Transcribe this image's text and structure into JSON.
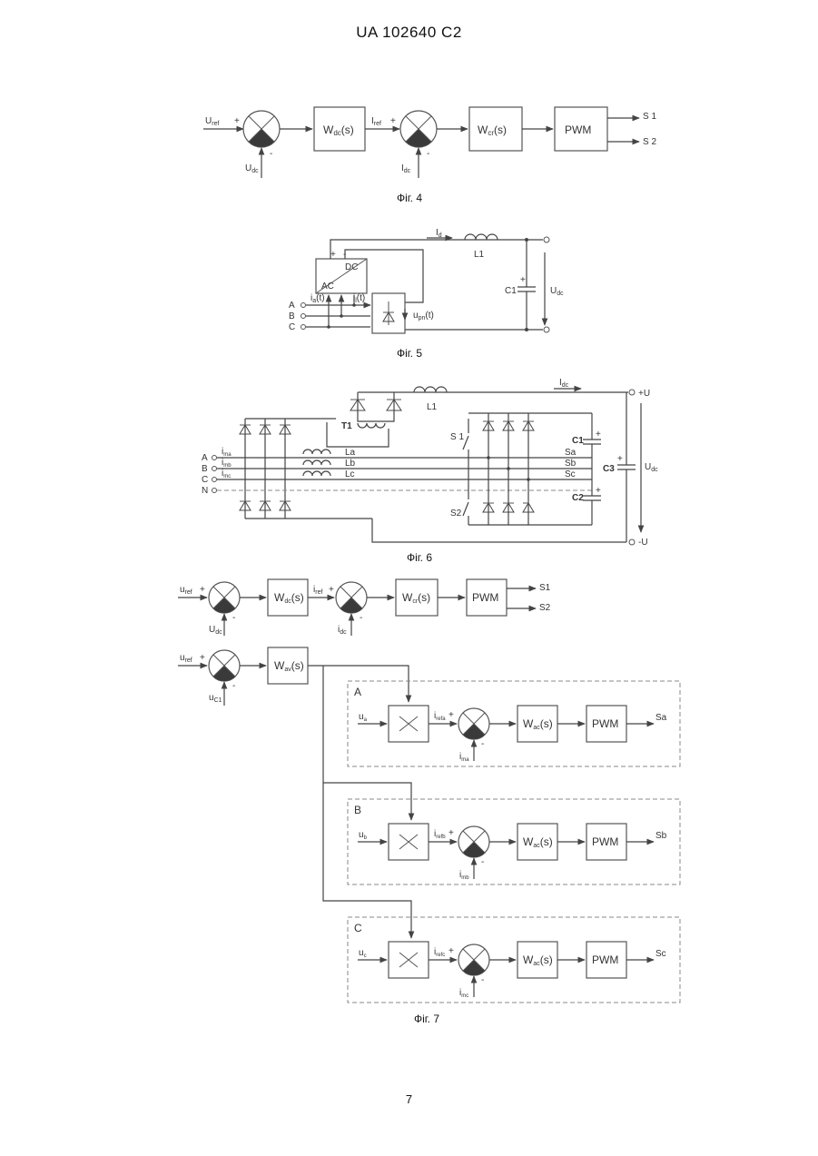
{
  "header": {
    "patent_number": "UA   102640   C2"
  },
  "footer": {
    "page_number": "7"
  },
  "fig4": {
    "caption": "Фіг. 4",
    "u_ref": "U",
    "u_ref_sub": "ref",
    "u_dc": "U",
    "u_dc_sub": "dc",
    "w_dc": "W",
    "w_dc_sub": "dc",
    "w_tail": "(s)",
    "i_ref": "I",
    "i_ref_sub": "ref",
    "i_dc": "I",
    "i_dc_sub": "dc",
    "w_cr": "W",
    "w_cr_sub": "cr",
    "w_cr_tail": "(s)",
    "pwm": "PWM",
    "out1": "S 1",
    "out2": "S 2",
    "plus": "+",
    "minus": "-"
  },
  "fig5": {
    "caption": "Фіг. 5",
    "i_d": "I",
    "i_d_sub": "d",
    "l1": "L1",
    "c1": "C1",
    "u_dc": "U",
    "u_dc_sub": "dc",
    "dc": "DC",
    "ac": "AC",
    "phase_a": "A",
    "phase_b": "B",
    "phase_c": "C",
    "ia": "i",
    "ia_sub": "a",
    "ia_tail": "(t)",
    "ib": "i",
    "ib_sub": "l",
    "ib_tail": "(t)",
    "u_pn": "u",
    "u_pn_sub": "pn",
    "u_pn_tail": "(t)",
    "plus": "+",
    "minus": "-"
  },
  "fig6": {
    "caption": "Фіг. 6",
    "i_dc": "I",
    "i_dc_sub": "dc",
    "l1": "L1",
    "t1": "T1",
    "plus_u": "+U",
    "minus_u": "-U",
    "u_dc": "U",
    "u_dc_sub": "dc",
    "phases": [
      "A",
      "B",
      "C",
      "N"
    ],
    "i_labels": [
      "i",
      "i",
      "i"
    ],
    "i_subs": [
      "ma",
      "mb",
      "mc"
    ],
    "inductors": [
      "La",
      "Lb",
      "Lc"
    ],
    "switches": [
      "Sa",
      "Sb",
      "Sc"
    ],
    "s1": "S 1",
    "s2": "S2",
    "c1": "C1",
    "c2": "C2",
    "c3": "C3",
    "plus": "+"
  },
  "fig7": {
    "caption": "Фіг. 7",
    "top": {
      "u_ref": "u",
      "u_ref_sub": "ref",
      "u_dc": "U",
      "u_dc_sub": "dc",
      "w_dc": "W",
      "w_dc_sub": "dc",
      "w_tail": "(s)",
      "i_ref": "i",
      "i_ref_sub": "ref",
      "i_dc": "i",
      "i_dc_sub": "dc",
      "w_cr": "W",
      "w_cr_sub": "cr",
      "w_cr_tail": "(s)",
      "pwm": "PWM",
      "out1": "S1",
      "out2": "S2"
    },
    "second": {
      "u_ref": "u",
      "u_ref_sub": "ref",
      "u_c1": "u",
      "u_c1_sub": "C1",
      "w_av": "W",
      "w_av_sub": "av",
      "w_tail": "(s)"
    },
    "phase_blocks": [
      {
        "label": "A",
        "u": "u",
        "u_sub": "a",
        "i_ref": "i",
        "i_ref_sub": "refa",
        "i_meas": "i",
        "i_meas_sub": "ma",
        "w": "W",
        "w_sub": "ac",
        "w_tail": "(s)",
        "pwm": "PWM",
        "out": "Sa"
      },
      {
        "label": "B",
        "u": "u",
        "u_sub": "b",
        "i_ref": "i",
        "i_ref_sub": "refb",
        "i_meas": "i",
        "i_meas_sub": "mb",
        "w": "W",
        "w_sub": "ac",
        "w_tail": "(s)",
        "pwm": "PWM",
        "out": "Sb"
      },
      {
        "label": "C",
        "u": "u",
        "u_sub": "c",
        "i_ref": "i",
        "i_ref_sub": "refc",
        "i_meas": "i",
        "i_meas_sub": "mc",
        "w": "W",
        "w_sub": "ac",
        "w_tail": "(s)",
        "pwm": "PWM",
        "out": "Sc"
      }
    ],
    "plus": "+",
    "minus": "-"
  },
  "colors": {
    "line": "#444444",
    "box_border": "#555555",
    "dashed_border": "#888888",
    "summer_fill": "#3a3a3a"
  }
}
